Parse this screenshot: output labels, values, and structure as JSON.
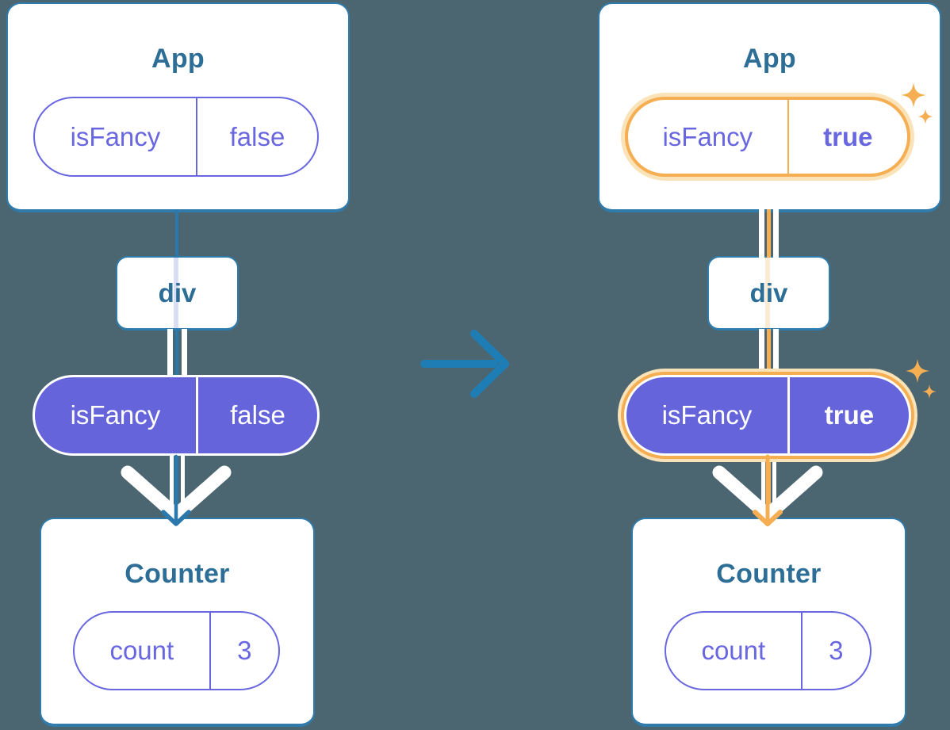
{
  "colors": {
    "bg": "#4C6671",
    "card-border": "#2F7BAB",
    "heading": "#2D6E96",
    "purple": "#6967E0",
    "purple-fill": "#6564DB",
    "orange": "#F5AE52",
    "orange-glow": "#FAE3B8",
    "lavender": "#D9DDF6",
    "cream": "#FAECD4",
    "teal-line": "#2A78AC",
    "arrow-blue": "#1E7DB5"
  },
  "icons": {
    "transition_arrow": "→",
    "down_arrow": "↓",
    "sparkle": "✦"
  },
  "before": {
    "app": {
      "title": "App",
      "prop_name": "isFancy",
      "prop_value": "false"
    },
    "middle_node": {
      "label": "div"
    },
    "passed_prop": {
      "name": "isFancy",
      "value": "false"
    },
    "counter": {
      "title": "Counter",
      "state_name": "count",
      "state_value": "3"
    }
  },
  "after": {
    "app": {
      "title": "App",
      "prop_name": "isFancy",
      "prop_value": "true"
    },
    "middle_node": {
      "label": "div"
    },
    "passed_prop": {
      "name": "isFancy",
      "value": "true"
    },
    "counter": {
      "title": "Counter",
      "state_name": "count",
      "state_value": "3"
    }
  }
}
